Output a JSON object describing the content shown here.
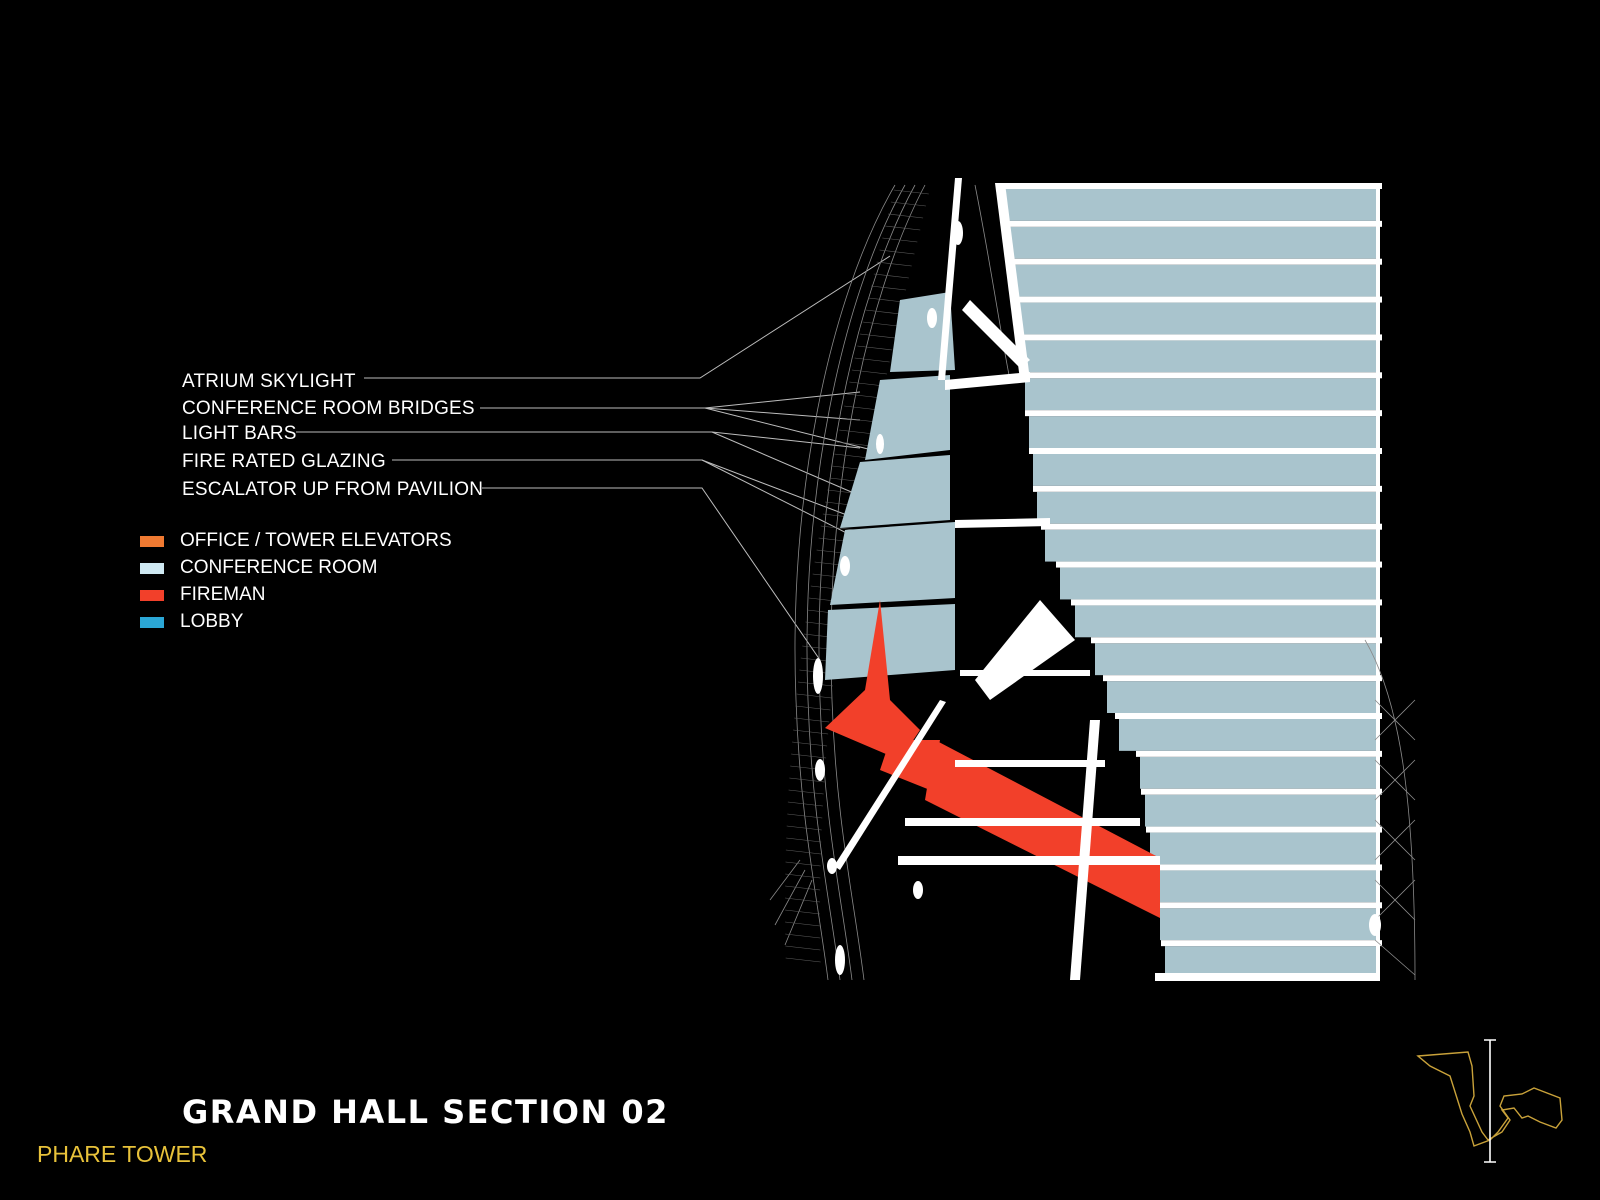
{
  "callouts": [
    {
      "label": "ATRIUM SKYLIGHT"
    },
    {
      "label": "CONFERENCE ROOM BRIDGES"
    },
    {
      "label": "LIGHT BARS"
    },
    {
      "label": "FIRE RATED GLAZING"
    },
    {
      "label": "ESCALATOR UP FROM PAVILION"
    }
  ],
  "legend": [
    {
      "label": "OFFICE / TOWER ELEVATORS",
      "color": "#f07a32"
    },
    {
      "label": "CONFERENCE ROOM",
      "color": "#cfe9f2"
    },
    {
      "label": "FIREMAN",
      "color": "#f2402a"
    },
    {
      "label": "LOBBY",
      "color": "#2ba7d6"
    }
  ],
  "colors": {
    "floor_fill": "#a9c4cd",
    "fire_zone": "#f2402a",
    "logo": "#c9a23a"
  },
  "title": "GRAND HALL SECTION 02",
  "subtitle": "PHARE TOWER",
  "logo_icon": "phare-tower-logo-icon"
}
